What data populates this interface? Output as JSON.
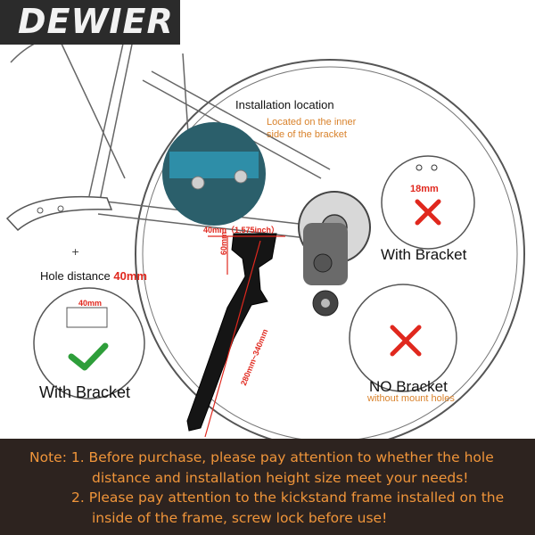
{
  "brand": {
    "name": "DEWIER"
  },
  "installation": {
    "title": "Installation location",
    "subtitle_line1": "Located on the inner",
    "subtitle_line2": "side of the bracket"
  },
  "dimensions": {
    "hole_spacing": "40mm（1.575inch）",
    "bracket_hole_spacing": "18mm",
    "small_hole_spacing": "40mm",
    "height": "60mm",
    "length_range": "280mm~340mm"
  },
  "left_callout": {
    "label": "Hole distance ",
    "value": "40mm",
    "result_label": "With Bracket",
    "status": "check"
  },
  "right_top_callout": {
    "result_label": "With Bracket",
    "status": "cross"
  },
  "right_bottom_callout": {
    "result_label": "NO Bracket",
    "sub_label": "without mount holes",
    "status": "cross"
  },
  "notes": {
    "line1a": "Note: 1. Before purchase, please pay attention to whether the hole",
    "line1b": "distance and installation height size meet your needs!",
    "line2a": "2. Please pay attention to the kickstand frame installed on the",
    "line2b": "inside of the frame, screw lock before use!"
  },
  "colors": {
    "accent_orange": "#f0953a",
    "dimension_red": "#e0281e",
    "check_green": "#2e9e3a",
    "note_background": "#2d231f"
  }
}
